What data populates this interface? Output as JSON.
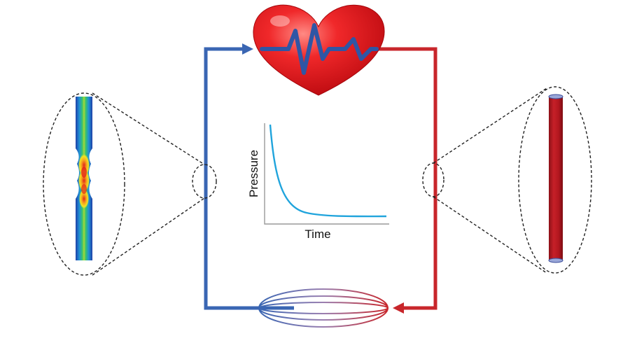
{
  "plot": {
    "ylabel": "Pressure",
    "xlabel": "Time",
    "curve": "decay"
  },
  "colors": {
    "venous_blue": "#3a66b3",
    "arterial_red": "#c8262b",
    "heart_red": "#e4161c",
    "ecg_line": "#2f56a5",
    "curve_cyan": "#20a4dc",
    "axis_gray": "#9a9a9a",
    "dashed": "#222222"
  },
  "icons": {
    "heart": "heart-icon",
    "ecg": "heartbeat-ecg-icon",
    "capillary_bed": "capillary-bed-icon",
    "stenosed_vessel": "stenosed-vessel-simulation",
    "healthy_vessel": "healthy-vessel-cylinder"
  }
}
